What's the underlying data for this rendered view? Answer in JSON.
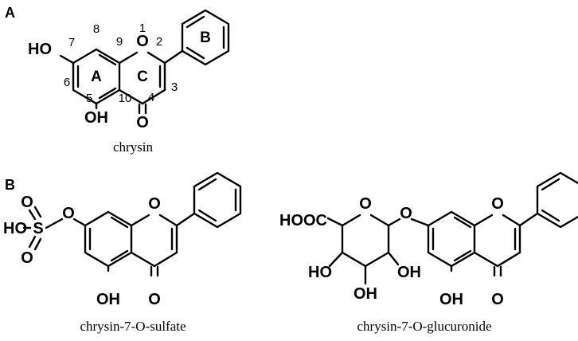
{
  "panels": {
    "a": "A",
    "b": "B"
  },
  "chrysin": {
    "name": "chrysin",
    "rings": {
      "a": "A",
      "b": "B",
      "c": "C"
    },
    "positions": [
      "1",
      "2",
      "3",
      "4",
      "5",
      "6",
      "7",
      "8",
      "9",
      "10"
    ],
    "atoms": {
      "o1": "O",
      "o4": "O",
      "oh5": "OH",
      "ho7": "HO"
    }
  },
  "sulfate": {
    "name": "chrysin-7-O-sulfate",
    "atoms": {
      "ho": "HO",
      "s": "S",
      "o_link": "O",
      "o_up": "O",
      "o_down": "O",
      "o1": "O",
      "o4": "O",
      "oh5": "OH"
    }
  },
  "glucuronide": {
    "name": "chrysin-7-O-glucuronide",
    "atoms": {
      "hooc": "HOOC",
      "o_ring": "O",
      "o_link": "O",
      "ho2": "HO",
      "oh3": "OH",
      "oh4": "OH",
      "o1": "O",
      "o4": "O",
      "oh5": "OH"
    }
  }
}
